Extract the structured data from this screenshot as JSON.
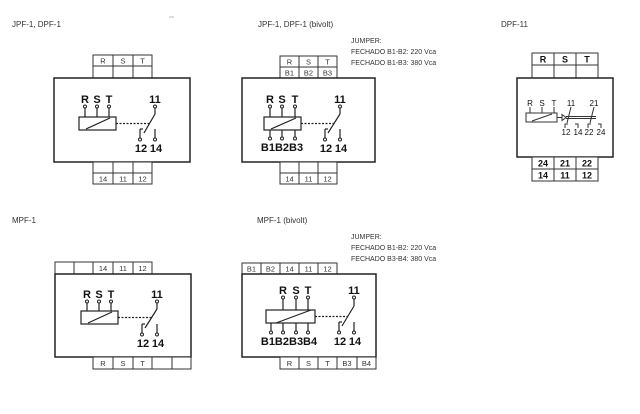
{
  "diagrams": [
    {
      "title": "JPF-1, DPF-1",
      "top_terminals": [
        "R",
        "S",
        "T"
      ],
      "top_terminals_row2": [
        "",
        "",
        ""
      ],
      "coil_inputs": [
        "R",
        "S",
        "T"
      ],
      "contact_labels": {
        "common": "11",
        "nc": "12",
        "no": "14"
      },
      "bottom_terminals": [
        "14",
        "11",
        "12"
      ]
    },
    {
      "title": "JPF-1, DPF-1 (bivolt)",
      "top_terminals": [
        "R",
        "S",
        "T"
      ],
      "top_terminals_row2": [
        "B1",
        "B2",
        "B3"
      ],
      "coil_inputs": [
        "R",
        "S",
        "T"
      ],
      "coil_outputs": [
        "B1",
        "B2",
        "B3"
      ],
      "coil_outputs_label": "B1B2B3",
      "contact_labels": {
        "common": "11",
        "nc": "12",
        "no": "14"
      },
      "bottom_terminals": [
        "14",
        "11",
        "12"
      ],
      "jumper": {
        "heading": "JUMPER:",
        "lines": [
          "FECHADO B1-B2: 220 Vca",
          "FECHADO B1-B3: 380 Vca"
        ]
      }
    },
    {
      "title": "DPF-11",
      "top_terminals": [
        "R",
        "S",
        "T"
      ],
      "top_terminals_row2": [
        "",
        "",
        ""
      ],
      "coil_inputs": [
        "R",
        "S",
        "T"
      ],
      "contact_commons": [
        "11",
        "21"
      ],
      "contact_outputs": [
        "12",
        "14",
        "22",
        "24"
      ],
      "bottom_terminals_row1": [
        "24",
        "21",
        "22"
      ],
      "bottom_terminals_row2": [
        "14",
        "11",
        "12"
      ]
    },
    {
      "title": "MPF-1",
      "top_terminals": [
        "",
        "",
        "14",
        "11",
        "12"
      ],
      "coil_inputs": [
        "R",
        "S",
        "T"
      ],
      "contact_labels": {
        "common": "11",
        "nc": "12",
        "no": "14"
      },
      "bottom_terminals": [
        "R",
        "S",
        "T",
        "",
        ""
      ]
    },
    {
      "title": "MPF-1 (bivolt)",
      "top_terminals": [
        "B1",
        "B2",
        "14",
        "11",
        "12"
      ],
      "coil_inputs": [
        "R",
        "S",
        "T"
      ],
      "coil_outputs": [
        "B1",
        "B2",
        "B3",
        "B4"
      ],
      "coil_outputs_label": "B1B2B3B4",
      "contact_labels": {
        "common": "11",
        "nc": "12",
        "no": "14"
      },
      "bottom_terminals": [
        "R",
        "S",
        "T",
        "B3",
        "B4"
      ],
      "jumper": {
        "heading": "JUMPER:",
        "lines": [
          "FECHADO B1-B2: 220 Vca",
          "FECHADO B3-B4: 380 Vca"
        ]
      }
    }
  ]
}
